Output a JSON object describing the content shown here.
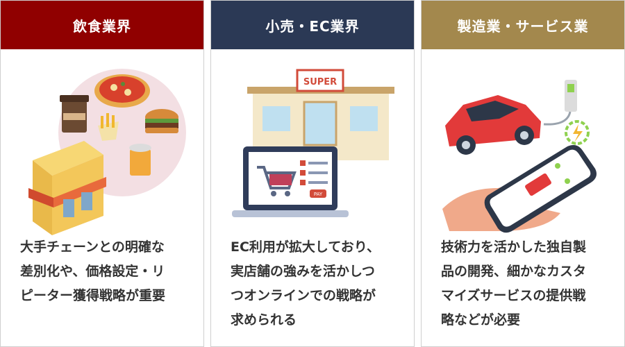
{
  "colors": {
    "card1_header": "#900000",
    "card2_header": "#2b3955",
    "card3_header": "#a3884d"
  },
  "cards": [
    {
      "title": "飲食業界",
      "icon": "restaurant-illustration",
      "text_lines": [
        "大手チェーンとの明確な",
        "差別化や、価格設定・リ",
        "ピーター獲得戦略が重要"
      ]
    },
    {
      "title": "小売・EC業界",
      "icon": "retail-ecommerce-illustration",
      "store_sign": "SUPER",
      "pay_label": "PAY",
      "text_lines": [
        "EC利用が拡大しており、",
        "実店舗の強みを活かしつ",
        "つオンラインでの戦略が",
        "求められる"
      ]
    },
    {
      "title": "製造業・サービス業",
      "icon": "electric-car-smartphone-illustration",
      "text_lines": [
        "技術力を活かした独自製",
        "品の開発、細かなカスタ",
        "マイズサービスの提供戦",
        "略などが必要"
      ]
    }
  ]
}
